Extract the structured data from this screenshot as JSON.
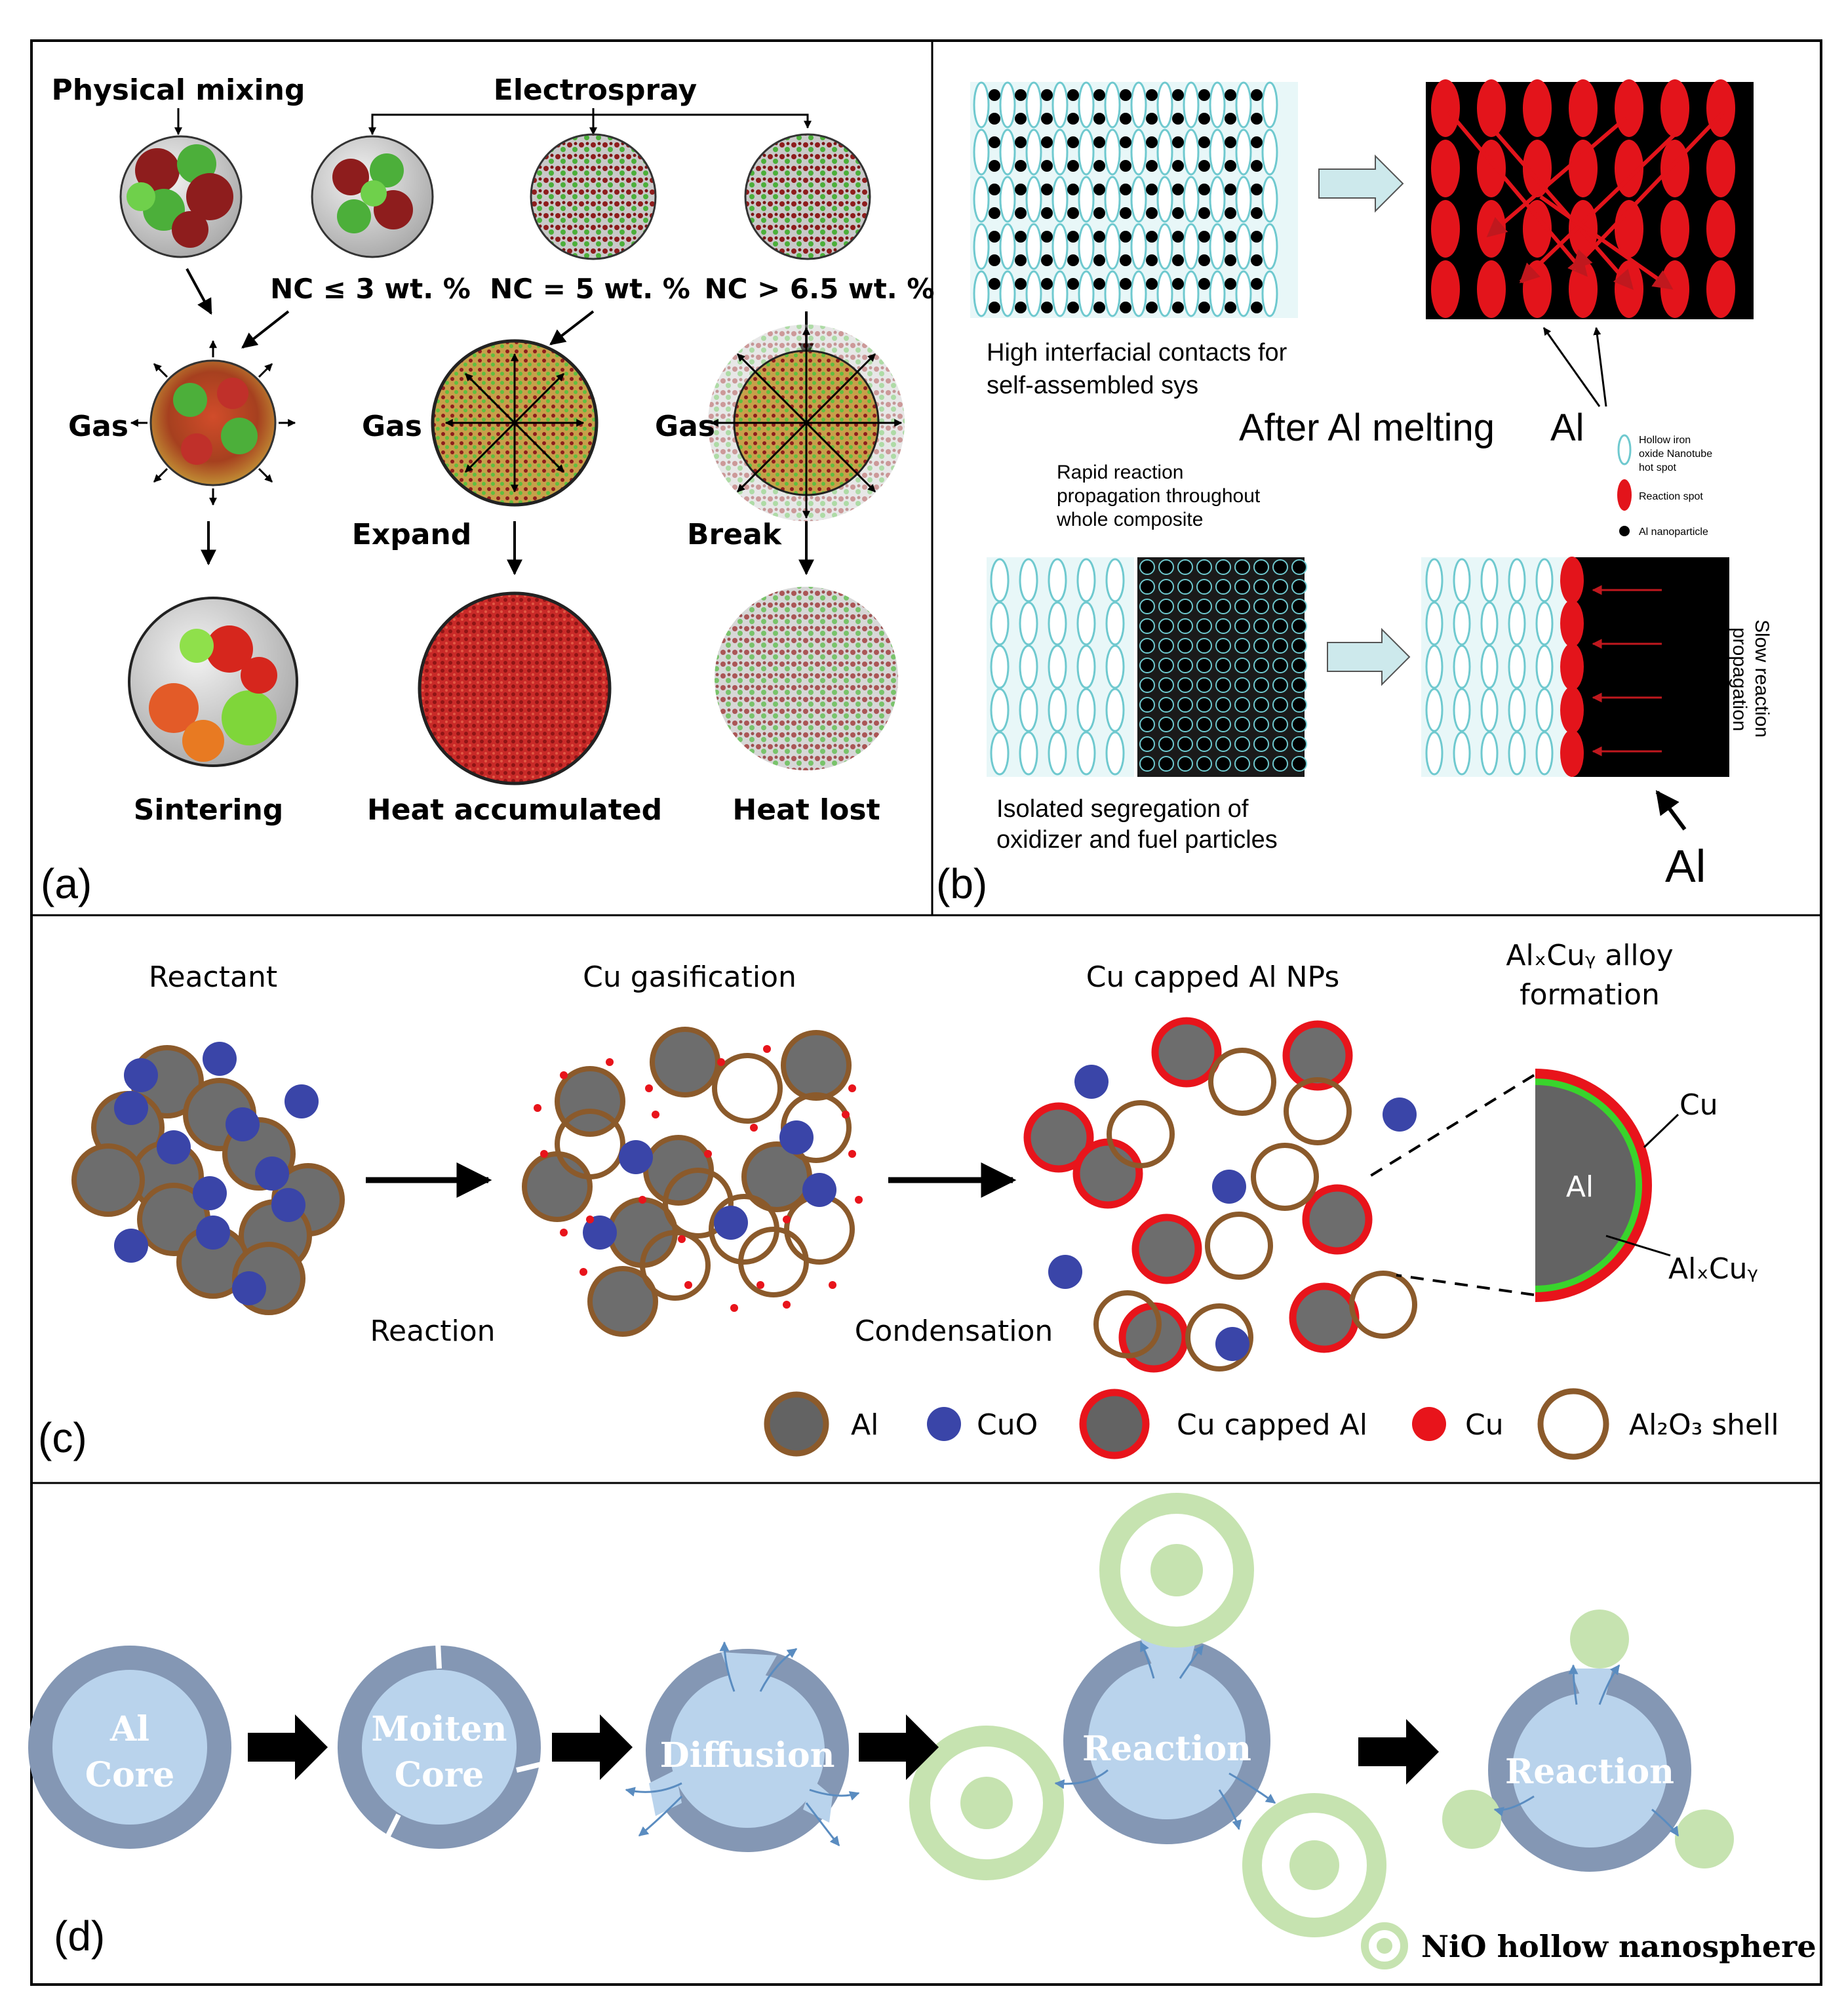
{
  "panel_a": {
    "label": "(a)",
    "physical_mixing": "Physical mixing",
    "electrospray": "Electrospray",
    "nc_low": "NC ≤ 3 wt. %",
    "nc_mid": "NC = 5 wt. %",
    "nc_high": "NC > 6.5 wt. %",
    "gas": "Gas",
    "expand": "Expand",
    "break": "Break",
    "sintering": "Sintering",
    "heat_accumulated": "Heat accumulated",
    "heat_lost": "Heat lost"
  },
  "panel_b": {
    "label": "(b)",
    "high_contacts_line1": "High interfacial contacts for",
    "high_contacts_line2": "self-assembled sys",
    "after_al_melting": "After Al melting",
    "al": "Al",
    "legend_hollow_line1": "Hollow iron",
    "legend_hollow_line2": "oxide Nanotube",
    "legend_hollow_line3": "hot spot",
    "legend_reaction": "Reaction spot",
    "legend_al_np": "Al nanoparticle",
    "rapid_line1": "Rapid reaction",
    "rapid_line2": "propagation throughout",
    "rapid_line3": "whole composite",
    "isolated_line1": "Isolated segregation of",
    "isolated_line2": "oxidizer and fuel particles",
    "slow_line1": "Slow reaction",
    "slow_line2": "propagation",
    "al_bottom": "Al"
  },
  "panel_c": {
    "label": "(c)",
    "reactant": "Reactant",
    "cu_gasification": "Cu gasification",
    "cu_capped_nps": "Cu capped Al NPs",
    "alloy_line1": "AlₓCuᵧ alloy",
    "alloy_line2": "formation",
    "reaction": "Reaction",
    "condensation": "Condensation",
    "core_al": "Al",
    "cu": "Cu",
    "alxcuy": "AlₓCuᵧ",
    "legend": {
      "al": "Al",
      "cuo": "CuO",
      "cu_capped_al": "Cu capped Al",
      "cu": "Cu",
      "al2o3_shell": "Al₂O₃ shell"
    }
  },
  "panel_d": {
    "label": "(d)",
    "stage1_line1": "Al",
    "stage1_line2": "Core",
    "stage2_line1": "Moiten",
    "stage2_line2": "Core",
    "stage3": "Diffusion",
    "stage4": "Reaction",
    "stage5": "Reaction",
    "legend": "NiO hollow nanosphere"
  },
  "colors": {
    "al_gray": "#6d6d6d",
    "cuo_blue": "#3a45a8",
    "cu_red": "#e8141b",
    "shell_brown": "#8b5a2b",
    "alloy_green": "#39d42c",
    "tube_cyan": "#7fd8de",
    "arrow_lightblue": "#cde9ec",
    "core_blue": "#b9d3ec",
    "shell_gray_blue": "#8497b4",
    "nio_green": "#c6e3b0"
  }
}
